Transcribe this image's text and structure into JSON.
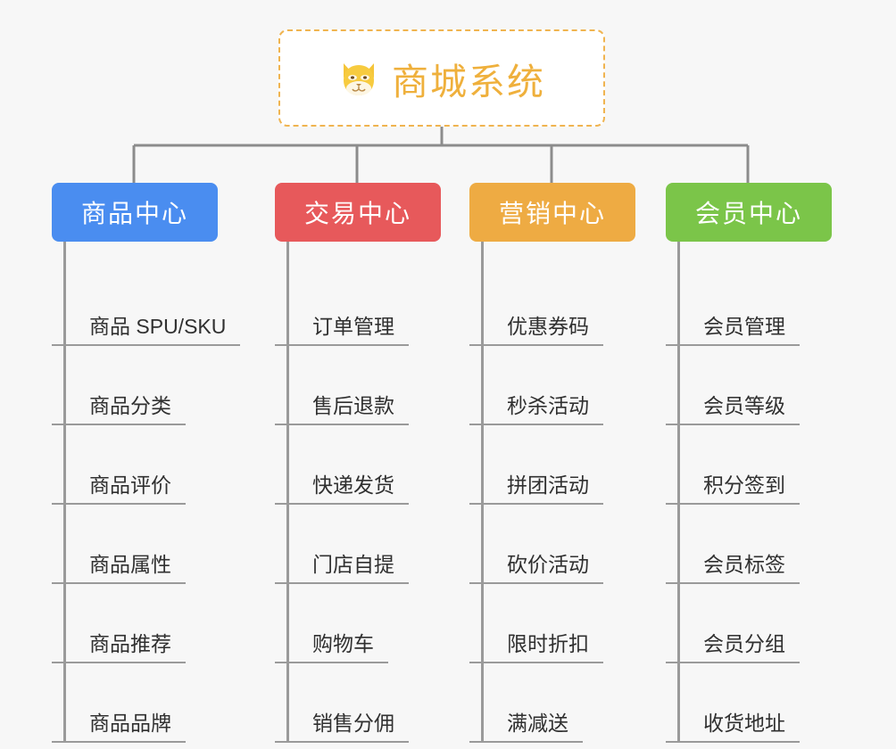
{
  "root": {
    "icon": "shiba-fox-emoji",
    "title": "商城系统",
    "color": "#efb03c",
    "border_color": "#f0b450"
  },
  "connector": {
    "color": "#8c8c8c"
  },
  "branches": [
    {
      "label": "商品中心",
      "color": "#4a8df0",
      "leaves": [
        "商品 SPU/SKU",
        "商品分类",
        "商品评价",
        "商品属性",
        "商品推荐",
        "商品品牌"
      ]
    },
    {
      "label": "交易中心",
      "color": "#e7595b",
      "leaves": [
        "订单管理",
        "售后退款",
        "快递发货",
        "门店自提",
        "购物车",
        "销售分佣"
      ]
    },
    {
      "label": "营销中心",
      "color": "#eeab43",
      "leaves": [
        "优惠券码",
        "秒杀活动",
        "拼团活动",
        "砍价活动",
        "限时折扣",
        "满减送"
      ]
    },
    {
      "label": "会员中心",
      "color": "#7bc549",
      "leaves": [
        "会员管理",
        "会员等级",
        "积分签到",
        "会员标签",
        "会员分组",
        "收货地址"
      ]
    }
  ]
}
